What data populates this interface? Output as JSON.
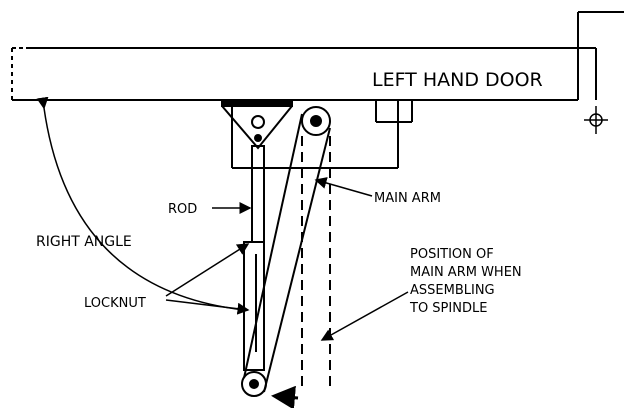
{
  "labels": {
    "door": "LEFT HAND DOOR",
    "rod": "ROD",
    "main_arm": "MAIN ARM",
    "right_angle": "RIGHT ANGLE",
    "locknut": "LOCKNUT",
    "position_line1": "POSITION OF",
    "position_line2": "MAIN ARM WHEN",
    "position_line3": "ASSEMBLING",
    "position_line4": "TO SPINDLE"
  },
  "colors": {
    "line": "#000000",
    "background": "#ffffff"
  }
}
